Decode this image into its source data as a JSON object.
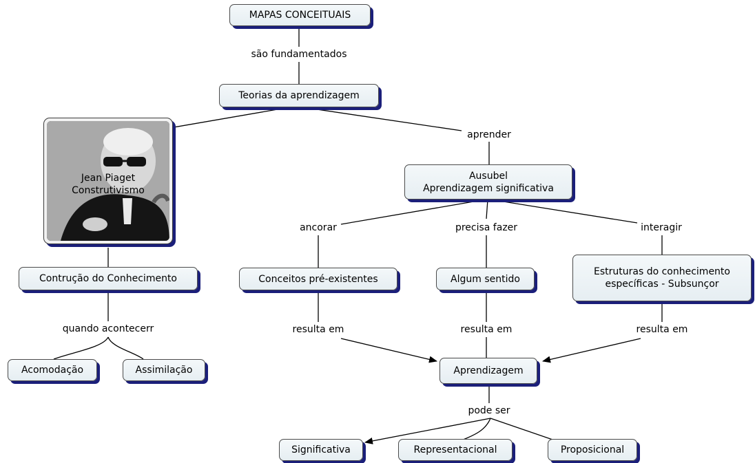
{
  "nodes": {
    "mapas": "MAPAS CONCEITUAIS",
    "teorias": "Teorias da aprendizagem",
    "piaget_name": "Jean Piaget",
    "piaget_theory": "Construtivismo",
    "ausubel_name": "Ausubel",
    "ausubel_theory": "Aprendizagem significativa",
    "construcao": "Contrução do Conhecimento",
    "acomodacao": "Acomodação",
    "assimilacao": "Assimilação",
    "conceitos": "Conceitos pré-existentes",
    "algum": "Algum sentido",
    "estruturas_l1": "Estruturas do conhecimento",
    "estruturas_l2": "específicas - Subsunçor",
    "aprendizagem": "Aprendizagem",
    "significativa": "Significativa",
    "representacional": "Representacional",
    "proposicional": "Proposicional"
  },
  "links": {
    "sao_fundamentados": "são fundamentados",
    "aprender": "aprender",
    "ancorar": "ancorar",
    "precisa_fazer": "precisa fazer",
    "interagir": "interagir",
    "quando_acontecerr": "quando acontecerr",
    "resulta_em_1": "resulta em",
    "resulta_em_2": "resulta em",
    "resulta_em_3": "resulta em",
    "pode_ser": "pode ser"
  },
  "colors": {
    "node_fill": "#eaf1f4",
    "node_shadow": "#1b1f7a",
    "line": "#000000"
  }
}
